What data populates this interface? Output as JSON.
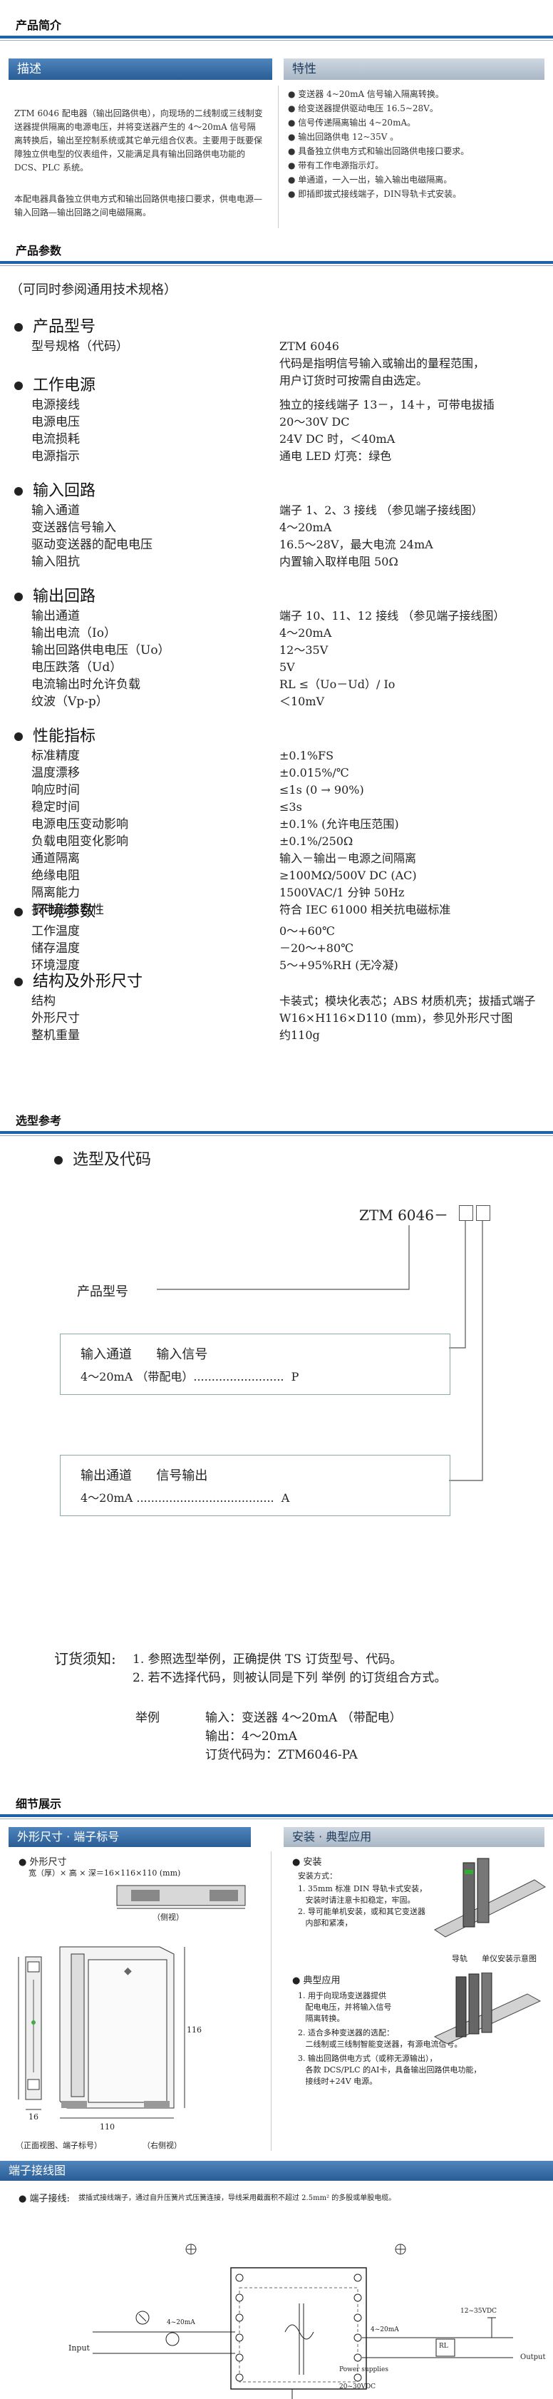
{
  "intro": {
    "section_title": "产品简介",
    "desc_head": "描述",
    "desc_p1": "ZTM 6046 配电器（输出回路供电），向现场的二线制或三线制变送器提供隔离的电源电压，并将变送器产生的 4～20mA 信号隔离转换后，输出至控制系统或其它单元组合仪表。主要用于既要保障独立供电型的仪表组件，又能满足具有输出回路供电功能的DCS、PLC 系统。",
    "desc_p2": "本配电器具备独立供电方式和输出回路供电接口要求，供电电源—输入回路—输出回路之间电磁隔离。",
    "feat_head": "特性",
    "features": [
      "变送器 4~20mA 信号输入隔离转换。",
      "给变送器提供驱动电压 16.5~28V。",
      "信号传递隔离输出 4~20mA。",
      "输出回路供电 12~35V 。",
      "具备独立供电方式和输出回路供电接口要求。",
      "带有工作电源指示灯。",
      "单通道，一入一出，输入输出电磁隔离。",
      "即插即拔式接线端子，DIN导轨卡式安装。"
    ]
  },
  "params": {
    "section_title": "产品参数",
    "note": "（可同时参阅通用技术规格）",
    "groups": [
      {
        "title": "产品型号",
        "rows": [
          {
            "k": "型号规格（代码）",
            "v": "ZTM 6046"
          },
          {
            "k": "",
            "v": "代码是指明信号输入或输出的量程范围，"
          },
          {
            "k": "",
            "v": "用户订货时可按需自由选定。"
          }
        ]
      },
      {
        "title": "工作电源",
        "rows": [
          {
            "k": "电源接线",
            "v": "独立的接线端子 13－，14＋，可带电拔插"
          },
          {
            "k": "电源电压",
            "v": "20～30V DC"
          },
          {
            "k": "电流损耗",
            "v": "24V DC 时，＜40mA"
          },
          {
            "k": "电源指示",
            "v": "通电 LED 灯亮：绿色"
          }
        ]
      },
      {
        "title": "输入回路",
        "rows": [
          {
            "k": "输入通道",
            "v": "端子 1、2、3 接线 （参见端子接线图）"
          },
          {
            "k": "变送器信号输入",
            "v": "4～20mA"
          },
          {
            "k": "驱动变送器的配电电压",
            "v": "16.5～28V，最大电流 24mA"
          },
          {
            "k": "输入阻抗",
            "v": "内置输入取样电阻 50Ω"
          }
        ]
      },
      {
        "title": "输出回路",
        "rows": [
          {
            "k": "输出通道",
            "v": "端子 10、11、12 接线 （参见端子接线图）"
          },
          {
            "k": "输出电流（Io）",
            "v": "4～20mA"
          },
          {
            "k": "输出回路供电电压（Uo）",
            "v": "12～35V"
          },
          {
            "k": "电压跌落（Ud）",
            "v": "5V"
          },
          {
            "k": "电流输出时允许负载",
            "v": "RL ≤（Uo－Ud）/ Io"
          },
          {
            "k": "纹波（Vp-p）",
            "v": "＜10mV"
          }
        ]
      },
      {
        "title": "性能指标",
        "rows": [
          {
            "k": "标准精度",
            "v": "±0.1%FS"
          },
          {
            "k": "温度漂移",
            "v": "±0.015%/℃"
          },
          {
            "k": "响应时间",
            "v": "≤1s (0 → 90%)"
          },
          {
            "k": "稳定时间",
            "v": "≤3s"
          },
          {
            "k": "电源电压变动影响",
            "v": "±0.1% (允许电压范围)"
          },
          {
            "k": "负载电阻变化影响",
            "v": "±0.1%/250Ω"
          },
          {
            "k": "通道隔离",
            "v": "输入－输出－电源之间隔离"
          },
          {
            "k": "绝缘电阻",
            "v": "≥100MΩ/500V DC (AC)"
          },
          {
            "k": "隔离能力",
            "v": "1500VAC/1 分钟  50Hz"
          },
          {
            "k": "抗电磁兼容性",
            "v": "符合 IEC 61000 相关抗电磁标准"
          }
        ]
      },
      {
        "title": "环境参数",
        "rows": [
          {
            "k": "工作温度",
            "v": "0～+60℃"
          },
          {
            "k": "储存温度",
            "v": "－20～+80℃"
          },
          {
            "k": "环境湿度",
            "v": "5～+95%RH  (无冷凝)"
          }
        ]
      },
      {
        "title": "结构及外形尺寸",
        "rows": [
          {
            "k": "结构",
            "v": "卡装式；模块化表芯；ABS 材质机壳；拔插式端子"
          },
          {
            "k": "外形尺寸",
            "v": "W16×H116×D110 (mm)，参见外形尺寸图"
          },
          {
            "k": "整机重量",
            "v": "约110g"
          }
        ]
      }
    ]
  },
  "select": {
    "section_title": "选型参考",
    "heading": "选型及代码",
    "model": "ZTM 6046－",
    "product_label": "产品型号",
    "in_head": "输入通道      输入信号",
    "in_line": "4～20mA （带配电）.........................  P",
    "out_head": "输出通道      信号输出",
    "out_line": "4～20mA ......................................  A",
    "order_label": "订货须知:",
    "order_1": "1. 参照选型举例，正确提供 TS 订货型号、代码。",
    "order_2": "2. 若不选择代码，则被认同是下列 举例 的订货组合方式。",
    "eg_label": "举例",
    "eg_1": "输入：变送器 4～20mA （带配电）",
    "eg_2": "输出：4～20mA",
    "eg_3": "订货代码为：ZTM6046-PA"
  },
  "detail": {
    "section_title": "细节展示",
    "dim_head": "外形尺寸 · 端子标号",
    "dim_title": "外形尺寸",
    "dim_sub": "宽（厚）× 高 × 深＝16×116×110 (mm)",
    "side_caption": "（侧视）",
    "front_caption": "（正面视图、端子标号）",
    "back_caption": "（右侧视）",
    "dim_110": "110",
    "dim_116": "116",
    "dim_16": "16",
    "install_head": "安装 · 典型应用",
    "install_title": "安装",
    "install_sub": "安装方式：",
    "install_1": "1. 35mm 标准 DIN 导轨卡式安装，",
    "install_1b": "   安装时请注意卡扣稳定，牢固。",
    "install_2": "2. 导可能单机安装，或和其它变送器",
    "install_2b": "   内部和紧凑，",
    "rail_caption": "导轨",
    "rail_caption2": "单仪安装示意图",
    "app_title": "典型应用",
    "app_1": "1. 用于向现场变送器提供",
    "app_1b": "   配电电压，并将输入信号",
    "app_1c": "   隔离转换。",
    "app_2": "2. 适合多种变送器的选配：",
    "app_2b": "   二线制或三线制智能变送器，有源电流信号。",
    "app_3": "3. 输出回路供电方式（或称无源输出），",
    "app_3b": "   各款 DCS/PLC 的AI卡，具备输出回路供电功能，",
    "app_3c": "   接线时+24V 电源。",
    "wiring_head": "端子接线图",
    "wiring_note_label": "端子接线:",
    "wiring_note": "拔插式接线端子，通过自升压簧片式压簧连接，导线采用截面积不超过 2.5mm² 的多股或单股电缆。",
    "input_label": "Input",
    "output_label": "Output",
    "tx_label": "4~20mA",
    "out_sig": "4~20mA",
    "psu_label": "Power supplies",
    "psu_v": "20~30VDC",
    "out_v": "12~35VDC",
    "rl_label": "RL"
  }
}
